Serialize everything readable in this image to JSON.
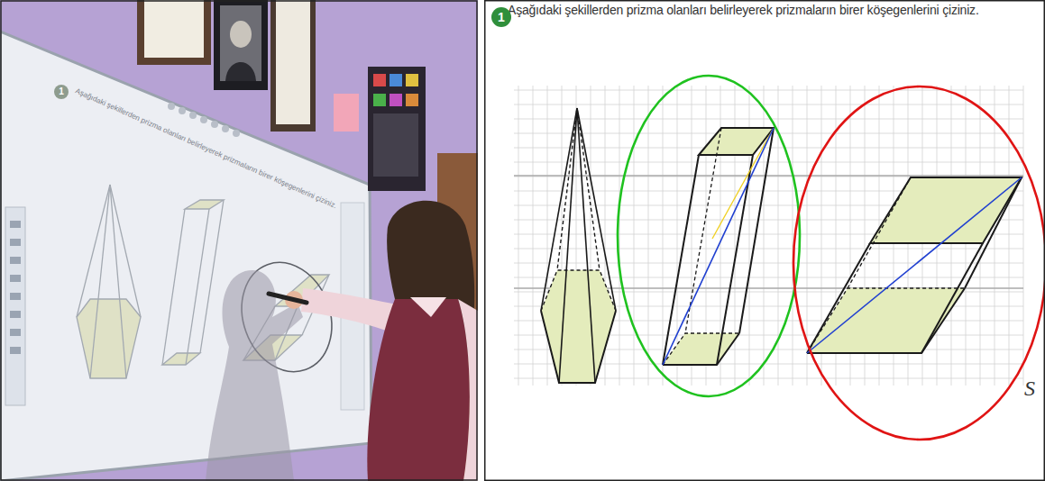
{
  "diagram": {
    "title": "Aşağıdaki şekillerden prizma olanları belirleyerek prizmaların birer köşegenlerini çiziniz.",
    "nodes": [
      {
        "text": [
          "1"
        ]
      },
      {
        "text": [
          "1"
        ]
      }
    ],
    "labels": [
      "Aşağıdaki şekillerden prizma olanları belirleyerek prizmaların birer köşegenlerini çiziniz.",
      "S"
    ]
  }
}
